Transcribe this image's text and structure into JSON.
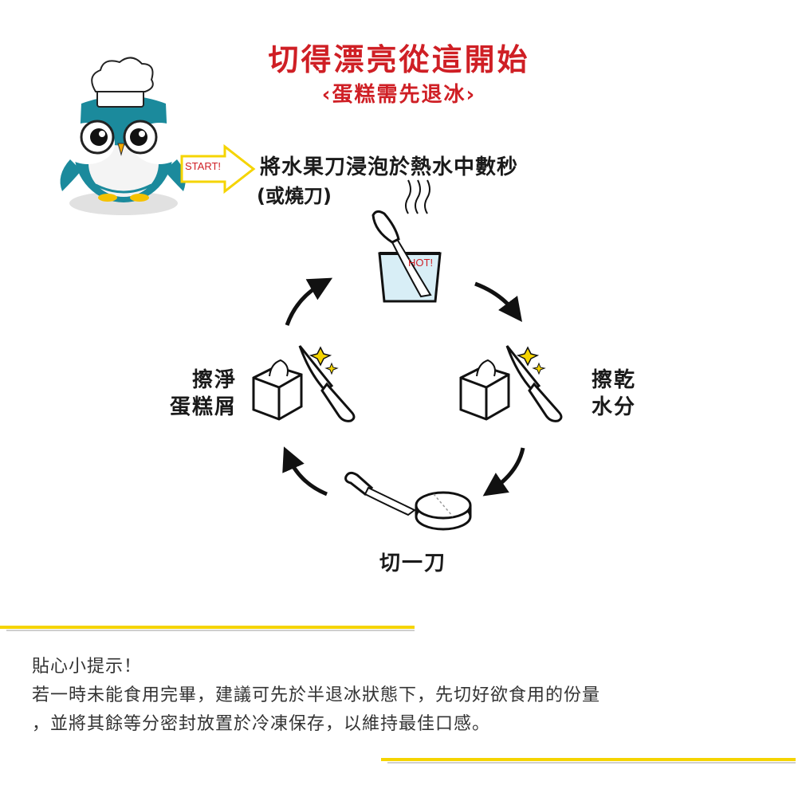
{
  "header": {
    "title": "切得漂亮從這開始",
    "subtitle": "‹蛋糕需先退冰›"
  },
  "start_tag": "START!",
  "steps": {
    "heat": "將水果刀浸泡於熱水中數秒",
    "heat_alt": "(或燒刀)",
    "hot_label": "HOT!",
    "dry_line1": "擦乾",
    "dry_line2": "水分",
    "cut": "切一刀",
    "wipe_line1": "擦淨",
    "wipe_line2": "蛋糕屑"
  },
  "tips": {
    "title": "貼心小提示！",
    "line1": "若一時未能食用完畢，建議可先於半退冰狀態下，先切好欲食用的份量",
    "line2": "，並將其餘等分密封放置於冷凍保存，以維持最佳口感。"
  },
  "colors": {
    "title_red": "#cf1f25",
    "accent_yellow": "#f5d400",
    "owl_teal": "#1b8a9c",
    "arrow_black": "#111111"
  }
}
